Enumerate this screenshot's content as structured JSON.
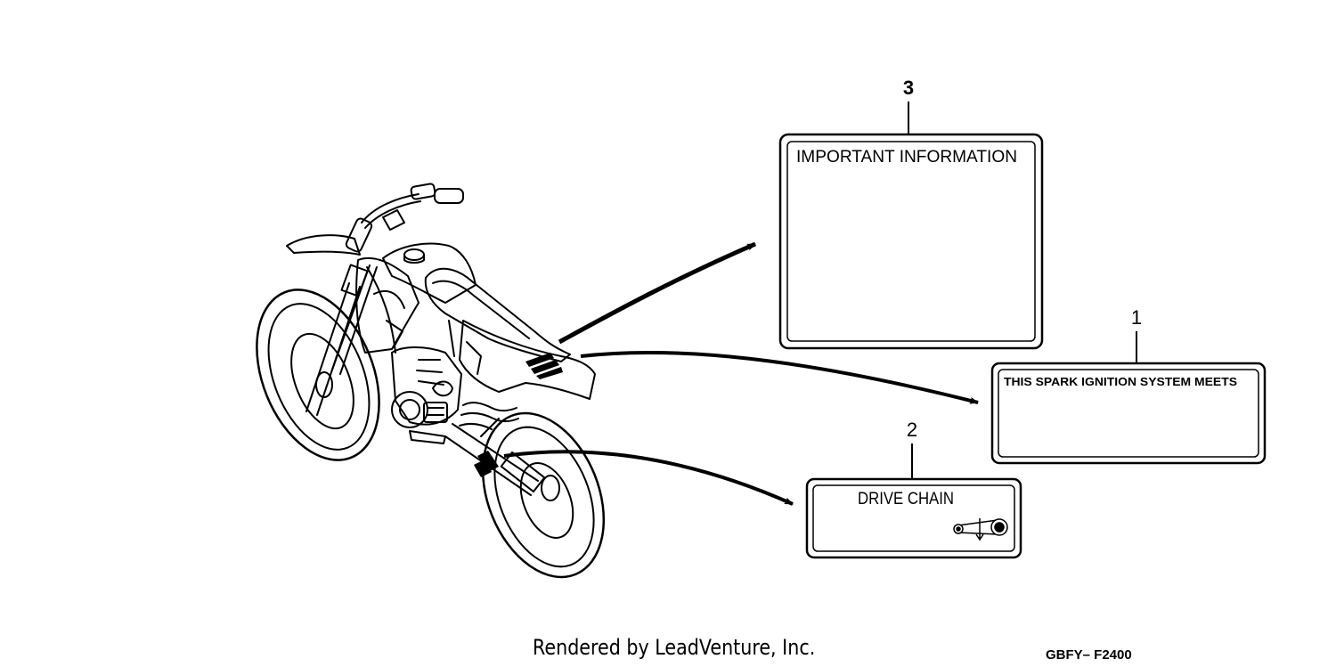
{
  "callouts": [
    {
      "number": "3",
      "label_text": "IMPORTANT INFORMATION"
    },
    {
      "number": "1",
      "label_text": "THIS SPARK IGNITION SYSTEM MEETS"
    },
    {
      "number": "2",
      "label_text": "DRIVE CHAIN"
    }
  ],
  "footer": {
    "credit": "Rendered by LeadVenture, Inc.",
    "drawing_code": "GBFY– F2400"
  },
  "icons": {
    "motorcycle": "dirt-bike-illustration",
    "chain_pictogram": "drive-chain-icon"
  }
}
